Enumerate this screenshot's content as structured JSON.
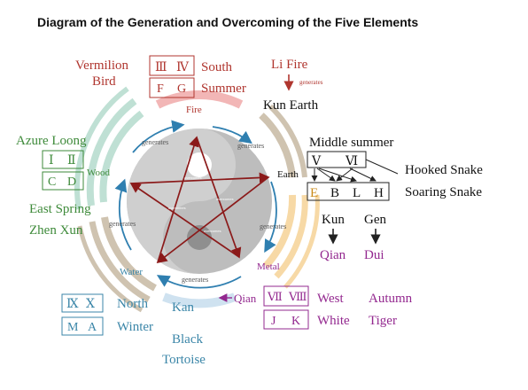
{
  "title": "Diagram of the Generation and Overcoming of the Five Elements",
  "colors": {
    "fire": "#b0362f",
    "wood": "#3e8a3a",
    "water": "#3b86a8",
    "metal": "#93288f",
    "earth": "#111111",
    "ring_fire": "#f2b6b6",
    "ring_wood": "#bfe0d4",
    "ring_water": "#cfe2f0",
    "ring_metal": "#f7d9a6",
    "ring_earth": "#cfc3b0",
    "yinyang": "#bdbdbd",
    "cycle_arrow": "#2f7fb0",
    "star": "#8b1a1a"
  },
  "fire": {
    "animal": [
      "Vermilion",
      "Bird"
    ],
    "code_top": [
      "Ⅲ",
      "Ⅳ"
    ],
    "code_bottom": [
      "F",
      "G"
    ],
    "direction": "South",
    "season": "Summer",
    "label": "Fire"
  },
  "li": {
    "name": "Li Fire",
    "generates": "generates",
    "target": "Kun Earth"
  },
  "wood": {
    "animal": "Azure Loong",
    "code_top": [
      "Ⅰ",
      "Ⅱ"
    ],
    "code_bottom": [
      "C",
      "D"
    ],
    "label": "Wood",
    "line1": "East Spring",
    "line2": "Zhen Xun"
  },
  "earth": {
    "season": "Middle summer",
    "code": [
      "Ⅴ",
      "Ⅵ"
    ],
    "letters": [
      "E",
      "B",
      "L",
      "H"
    ],
    "label": "Earth",
    "hooked": "Hooked Snake",
    "soaring": "Soaring Snake",
    "kun": "Kun",
    "gen": "Gen",
    "qian": "Qian",
    "dui": "Dui"
  },
  "metal": {
    "label": "Metal",
    "qian": "Qian",
    "code_top": [
      "Ⅶ",
      "Ⅷ"
    ],
    "code_bottom": [
      "J",
      "K"
    ],
    "direction": "West",
    "season": "Autumn",
    "color_name": "White",
    "animal": "Tiger"
  },
  "water": {
    "label": "Water",
    "code_top": [
      "Ⅸ",
      "Ⅹ"
    ],
    "code_bottom": [
      "M",
      "A"
    ],
    "direction": "North",
    "season": "Winter",
    "trigram": "Kan",
    "animal": [
      "Black",
      "Tortoise"
    ]
  },
  "cycle": {
    "generates": "generates"
  },
  "star": {
    "overcomes": "overcomes"
  }
}
